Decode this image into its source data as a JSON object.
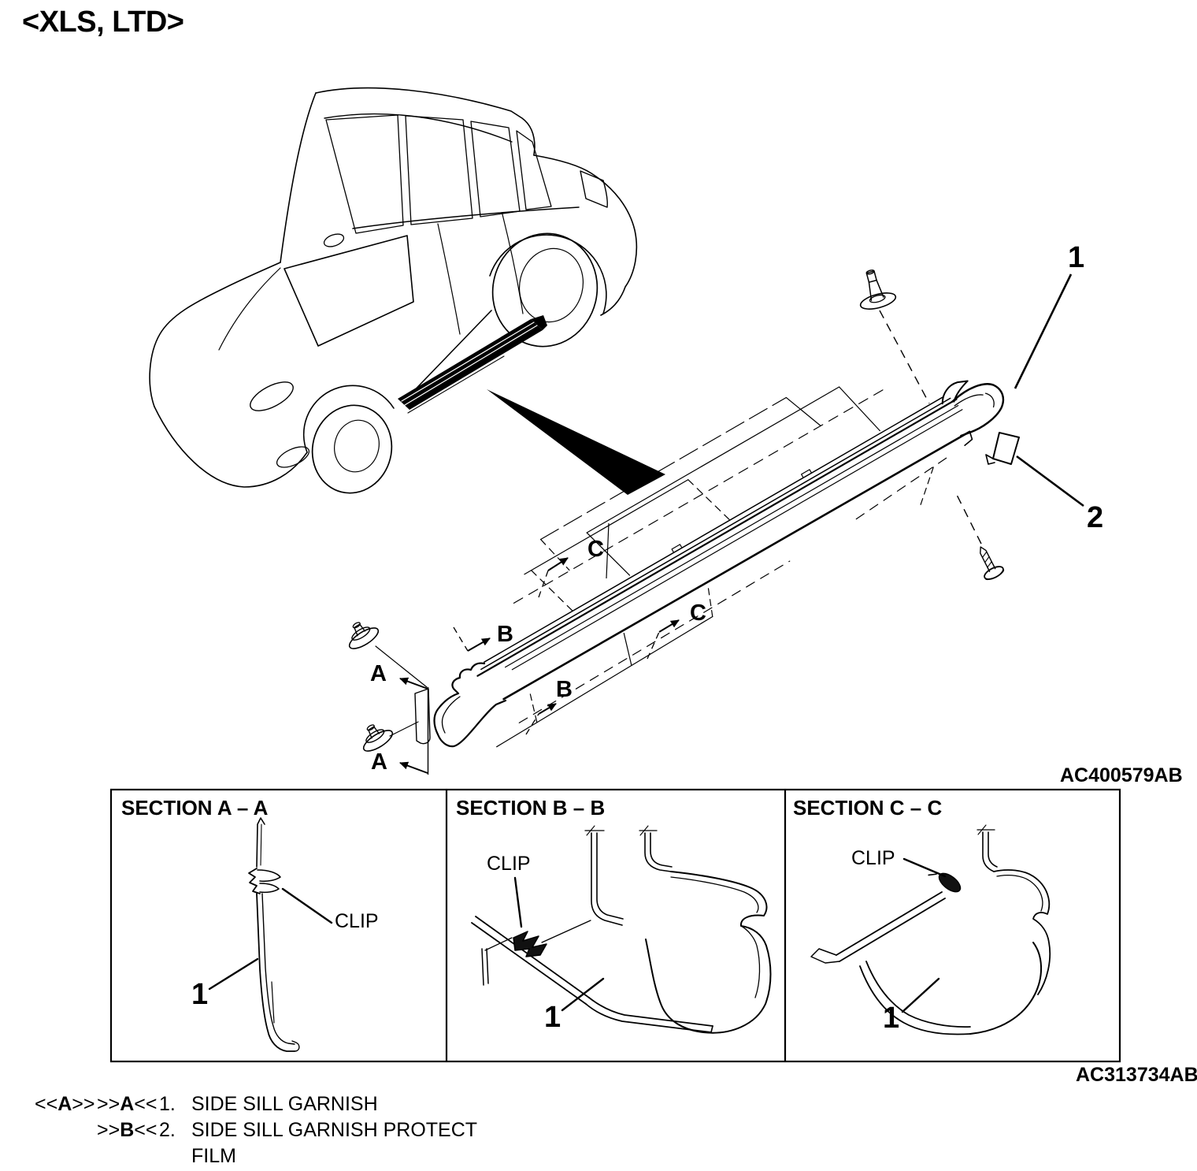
{
  "title": "<XLS, LTD>",
  "figure": {
    "main_code": "AC400579AB",
    "sections_code": "AC313734AB"
  },
  "parts": {
    "side_sill_garnish": {
      "num": "1",
      "name": "SIDE SILL GARNISH"
    },
    "protect_film": {
      "num": "2",
      "name": "SIDE SILL GARNISH PROTECT FILM"
    }
  },
  "section_arrows": {
    "a": "A",
    "b": "B",
    "c": "C"
  },
  "sections": {
    "a": {
      "title": "SECTION A – A",
      "clip": "CLIP"
    },
    "b": {
      "title": "SECTION B – B",
      "clip": "CLIP"
    },
    "c": {
      "title": "SECTION C – C",
      "clip": "CLIP"
    }
  },
  "legend": {
    "group_marker": {
      "pre": "<<",
      "letter": "A",
      "post": ">>"
    },
    "items": [
      {
        "marker_pre": ">>",
        "marker_letter": "A",
        "marker_post": "<<",
        "number": "1.",
        "name": "SIDE SILL GARNISH",
        "name_line2": ""
      },
      {
        "marker_pre": ">>",
        "marker_letter": "B",
        "marker_post": "<<",
        "number": "2.",
        "name": "SIDE SILL GARNISH PROTECT",
        "name_line2": "FILM"
      }
    ]
  }
}
